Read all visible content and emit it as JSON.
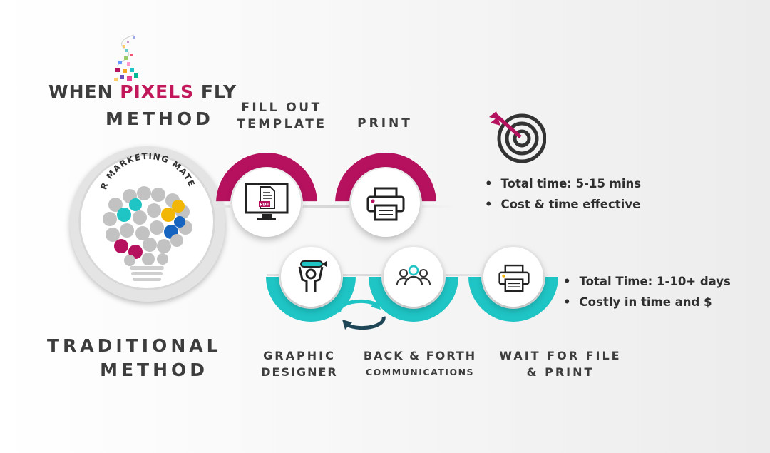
{
  "brand": {
    "word_when": "WHEN",
    "word_pixels": "PIXELS",
    "word_fly": "FLY",
    "method": "METHOD",
    "accent_magenta": "#b5115f",
    "accent_teal": "#1fc4c4"
  },
  "bulb": {
    "arc_text": "YOUR MARKETING MATERIAL",
    "icon": "lightbulb-icon"
  },
  "pixels_flow": {
    "steps": [
      {
        "label_line1": "FILL OUT",
        "label_line2": "TEMPLATE",
        "icon": "pdf-monitor-icon"
      },
      {
        "label_line1": "PRINT",
        "icon": "printer-icon"
      }
    ],
    "target_icon": "target-arrow-icon",
    "bullets": [
      "Total time: 5-15 mins",
      "Cost & time effective"
    ]
  },
  "traditional_flow": {
    "title_line1": "TRADITIONAL",
    "title_line2": "METHOD",
    "steps": [
      {
        "label_line1": "GRAPHIC",
        "label_line2": "DESIGNER",
        "icon": "designer-icon"
      },
      {
        "label_line1": "BACK & FORTH",
        "label_line2": "COMMUNICATIONS",
        "icon": "people-icon"
      },
      {
        "label_line1": "WAIT FOR FILE",
        "label_line2": "& PRINT",
        "icon": "printer-icon"
      }
    ],
    "cycle_icon": "cycle-arrows-icon",
    "bullets": [
      "Total Time: 1-10+ days",
      "Costly in time and $"
    ]
  }
}
